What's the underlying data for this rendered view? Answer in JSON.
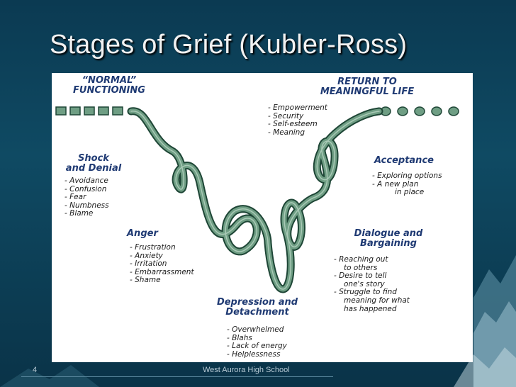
{
  "slide": {
    "title": "Stages of Grief (Kubler-Ross)",
    "slide_number": "4",
    "footer": "West Aurora High School"
  },
  "diagram": {
    "normal": {
      "line1": "“NORMAL”",
      "line2": "FUNCTIONING"
    },
    "return": {
      "line1": "RETURN TO",
      "line2": "MEANINGFUL LIFE",
      "items": [
        "Empowerment",
        "Security",
        "Self-esteem",
        "Meaning"
      ]
    },
    "shock": {
      "line1": "Shock",
      "line2": "and Denial",
      "items": [
        "Avoidance",
        "Confusion",
        "Fear",
        "Numbness",
        "Blame"
      ]
    },
    "anger": {
      "title": "Anger",
      "items": [
        "Frustration",
        "Anxiety",
        "Irritation",
        "Embarrassment",
        "Shame"
      ]
    },
    "depression": {
      "line1": "Depression and",
      "line2": "Detachment",
      "items": [
        "Overwhelmed",
        "Blahs",
        "Lack of energy",
        "Helplessness"
      ]
    },
    "dialogue": {
      "line1": "Dialogue and",
      "line2": "Bargaining",
      "item1": "Reaching out",
      "item1_cont": "to others",
      "item2": "Desire to tell",
      "item2_cont": "one's story",
      "item3": "Struggle to find",
      "item3_cont1": "meaning for what",
      "item3_cont2": "has happened"
    },
    "acceptance": {
      "title": "Acceptance",
      "item1": "Exploring options",
      "item2": "A new plan",
      "item2_cont": "in place"
    }
  },
  "colors": {
    "background": "#0f4a63",
    "title_text": "#f1f1f1",
    "label_text": "#1f3a73",
    "ribbon": "#6f9e84",
    "ribbon_edge": "#1e4636"
  }
}
